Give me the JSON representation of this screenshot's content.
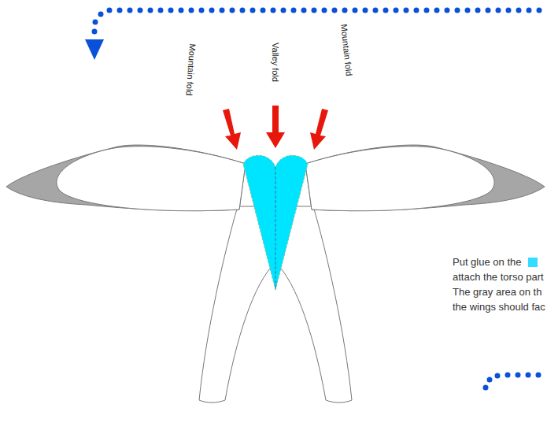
{
  "diagram": {
    "labels": [
      "Mountain fold",
      "Valley fold",
      "Mountain fold",
      "Put glue on the",
      "attach the torso part",
      "The gray area on th",
      "the wings should fac"
    ]
  }
}
